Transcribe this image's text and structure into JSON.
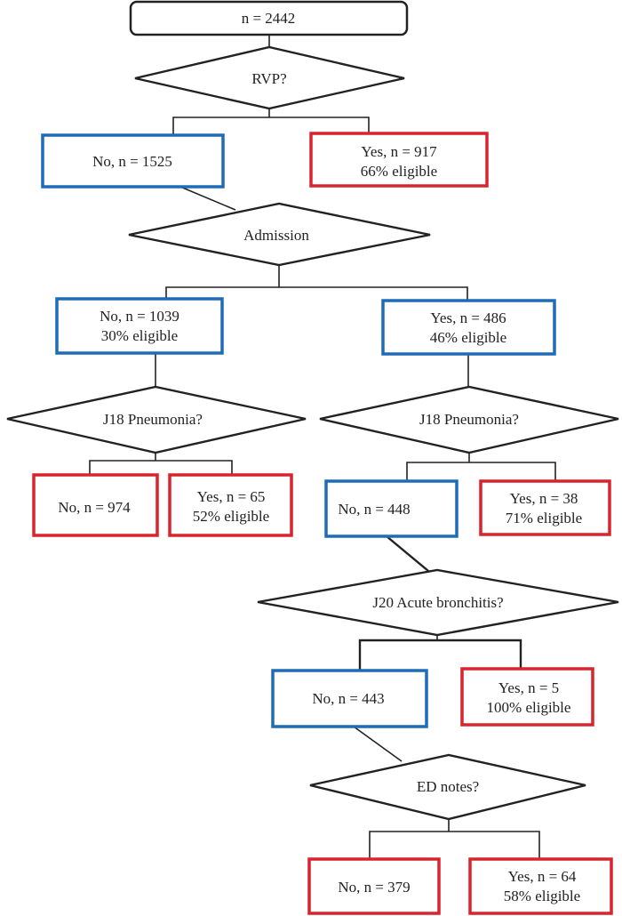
{
  "start": {
    "label": "n = 2442"
  },
  "decisions": {
    "rvp": "RVP?",
    "admission": "Admission",
    "j18_left": "J18 Pneumonia?",
    "j18_right": "J18 Pneumonia?",
    "j20": "J20 Acute bronchitis?",
    "ed": "ED notes?"
  },
  "outcomes": {
    "rvp_no": {
      "line1": "No, n = 1525"
    },
    "rvp_yes": {
      "line1": "Yes, n = 917",
      "line2": "66% eligible"
    },
    "adm_no": {
      "line1": "No, n = 1039",
      "line2": "30% eligible"
    },
    "adm_yes": {
      "line1": "Yes, n = 486",
      "line2": "46% eligible"
    },
    "j18l_no": {
      "line1": "No, n = 974"
    },
    "j18l_yes": {
      "line1": "Yes, n = 65",
      "line2": "52% eligible"
    },
    "j18r_no": {
      "line1": "No, n = 448"
    },
    "j18r_yes": {
      "line1": "Yes, n = 38",
      "line2": "71% eligible"
    },
    "j20_no": {
      "line1": "No, n = 443"
    },
    "j20_yes": {
      "line1": "Yes, n = 5",
      "line2": "100% eligible"
    },
    "ed_no": {
      "line1": "No, n = 379"
    },
    "ed_yes": {
      "line1": "Yes, n = 64",
      "line2": "58% eligible"
    }
  },
  "colors": {
    "continue_box": "#1f6bb5",
    "terminal_box": "#d9232d",
    "line": "#222222"
  }
}
